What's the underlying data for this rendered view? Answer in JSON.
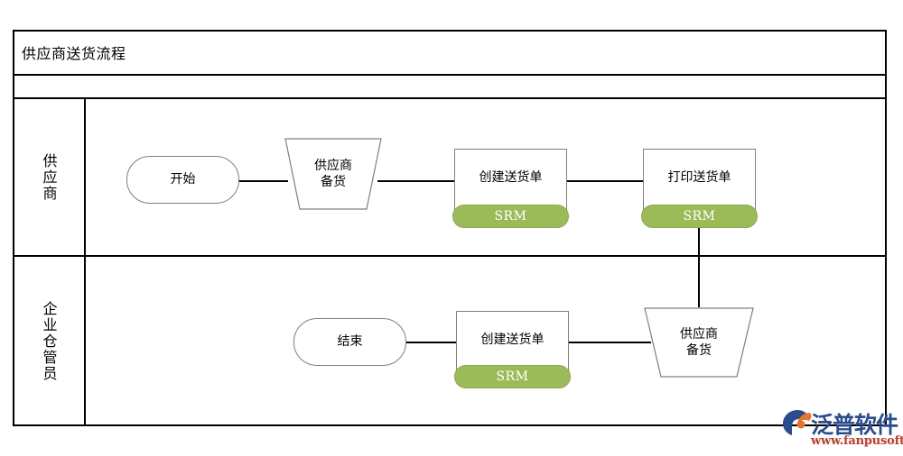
{
  "diagram": {
    "title": "供应商送货流程",
    "type": "swimlane-flowchart",
    "lanes": [
      {
        "label": "供应商",
        "nodes": [
          {
            "id": "start",
            "label": "开始",
            "shape": "terminator"
          },
          {
            "id": "supplier-stock-1",
            "label": "供应商\n备货",
            "shape": "trapezoid"
          },
          {
            "id": "create-delivery-note-1",
            "label": "创建送货单",
            "shape": "process",
            "badge": "SRM"
          },
          {
            "id": "print-delivery-note",
            "label": "打印送货单",
            "shape": "process",
            "badge": "SRM"
          }
        ]
      },
      {
        "label": "企业仓管员",
        "nodes": [
          {
            "id": "end",
            "label": "结束",
            "shape": "terminator"
          },
          {
            "id": "create-delivery-note-2",
            "label": "创建送货单",
            "shape": "process",
            "badge": "SRM"
          },
          {
            "id": "supplier-stock-2",
            "label": "供应商\n备货",
            "shape": "trapezoid"
          }
        ]
      }
    ],
    "node_text": {
      "start": "开始",
      "supplier_stock_line1": "供应商",
      "supplier_stock_line2": "备货",
      "create_delivery_note": "创建送货单",
      "print_delivery_note": "打印送货单",
      "end": "结束",
      "badge_srm": "SRM"
    }
  },
  "colors": {
    "badge_green": "#9bbb59",
    "shape_stroke": "#7f7f7f",
    "frame_stroke": "#000000",
    "logo_blue": "#2a4b8d",
    "logo_red": "#c0392b",
    "logo_orange": "#e8742c"
  },
  "watermark": {
    "brand": "泛普软件",
    "url": "www.fanpusoft.com"
  }
}
